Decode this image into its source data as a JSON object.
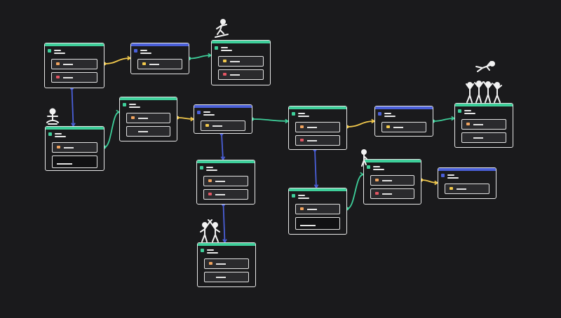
{
  "colors": {
    "background": "#1a1a1c",
    "stroke": "#e8e8e8",
    "green": "#3ecf9a",
    "blue": "#4a5fd8",
    "yellow": "#f2c94c",
    "orange": "#f0a35e",
    "red": "#e25563",
    "row_fill": "#2a2a2d"
  },
  "cards": [
    {
      "id": "c1",
      "accent": "green",
      "rows": [
        "orange",
        "red"
      ]
    },
    {
      "id": "c2",
      "accent": "blue",
      "rows": [
        "yellow"
      ]
    },
    {
      "id": "c3",
      "accent": "green",
      "rows": [
        "yellow",
        "red"
      ]
    },
    {
      "id": "c4",
      "accent": "green",
      "rows": [
        "orange",
        "input"
      ]
    },
    {
      "id": "c5",
      "accent": "green",
      "rows": [
        "orange",
        "plain"
      ]
    },
    {
      "id": "c6",
      "accent": "blue",
      "rows": [
        "yellow"
      ]
    },
    {
      "id": "c7",
      "accent": "green",
      "rows": [
        "orange",
        "red"
      ]
    },
    {
      "id": "c8",
      "accent": "green",
      "rows": [
        "orange",
        "plain"
      ]
    },
    {
      "id": "c9",
      "accent": "green",
      "rows": [
        "orange",
        "red"
      ]
    },
    {
      "id": "c10",
      "accent": "blue",
      "rows": [
        "yellow"
      ]
    },
    {
      "id": "c11",
      "accent": "green",
      "rows": [
        "orange",
        "plain"
      ]
    },
    {
      "id": "c12",
      "accent": "green",
      "rows": [
        "orange",
        "input"
      ]
    },
    {
      "id": "c13",
      "accent": "green",
      "rows": [
        "orange",
        "red"
      ]
    },
    {
      "id": "c14",
      "accent": "blue",
      "rows": [
        "yellow"
      ]
    }
  ],
  "edges": [
    {
      "from": "c1",
      "to": "c2",
      "color": "yellow"
    },
    {
      "from": "c2",
      "to": "c3",
      "color": "green"
    },
    {
      "from": "c1",
      "to": "c4",
      "color": "blue"
    },
    {
      "from": "c4",
      "to": "c5",
      "color": "green"
    },
    {
      "from": "c5",
      "to": "c6",
      "color": "yellow"
    },
    {
      "from": "c6",
      "to": "c7",
      "color": "blue"
    },
    {
      "from": "c7",
      "to": "c8",
      "color": "blue"
    },
    {
      "from": "c6",
      "to": "c9",
      "color": "green"
    },
    {
      "from": "c9",
      "to": "c10",
      "color": "yellow"
    },
    {
      "from": "c10",
      "to": "c11",
      "color": "green"
    },
    {
      "from": "c9",
      "to": "c12",
      "color": "blue"
    },
    {
      "from": "c12",
      "to": "c13",
      "color": "green"
    },
    {
      "from": "c13",
      "to": "c14",
      "color": "yellow"
    }
  ],
  "figures": [
    {
      "id": "f1",
      "pose": "skater",
      "near": "c3"
    },
    {
      "id": "f2",
      "pose": "meditating",
      "near": "c4"
    },
    {
      "id": "f3",
      "pose": "high-five",
      "near": "c8"
    },
    {
      "id": "f4",
      "pose": "sitting",
      "near": "c13"
    },
    {
      "id": "f5",
      "pose": "crowd",
      "near": "c11"
    },
    {
      "id": "f6",
      "pose": "flying",
      "near": "c11"
    }
  ]
}
